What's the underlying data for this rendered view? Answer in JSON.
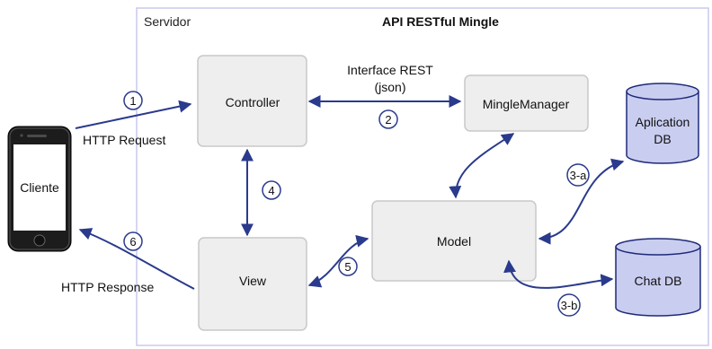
{
  "server": {
    "label": "Servidor",
    "title": "API RESTful Mingle"
  },
  "client": {
    "label": "Cliente"
  },
  "components": {
    "controller": "Controller",
    "mingle_manager": "MingleManager",
    "model": "Model",
    "view": "View"
  },
  "databases": {
    "application_db_line1": "Aplication",
    "application_db_line2": "DB",
    "chat_db": "Chat DB"
  },
  "labels": {
    "http_request": "HTTP Request",
    "http_response": "HTTP Response",
    "interface_rest_line1": "Interface REST",
    "interface_rest_line2": "(json)"
  },
  "steps": {
    "s1": "1",
    "s2": "2",
    "s3a": "3-a",
    "s3b": "3-b",
    "s4": "4",
    "s5": "5",
    "s6": "6"
  },
  "colors": {
    "arrow": "#2a3a8c",
    "box_fill": "#eeeeee",
    "box_stroke": "#c8c8c8",
    "db_fill": "#c9cdf0",
    "db_stroke": "#1e2a78",
    "frame": "#c9c9ee"
  }
}
